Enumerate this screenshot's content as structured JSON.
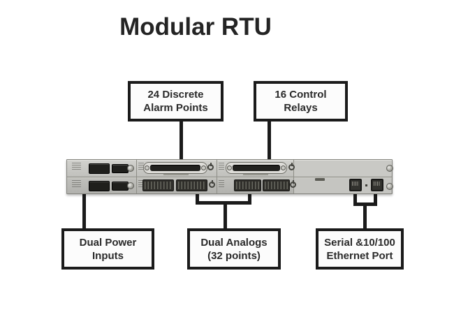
{
  "title": "Modular RTU",
  "callouts": {
    "alarm_points": {
      "line1": "24 Discrete",
      "line2": "Alarm Points"
    },
    "control_relays": {
      "line1": "16 Control",
      "line2": "Relays"
    },
    "power_inputs": {
      "line1": "Dual Power",
      "line2": "Inputs"
    },
    "analogs": {
      "line1": "Dual Analogs",
      "line2": "(32 points)"
    },
    "ethernet": {
      "line1": "Serial &10/100",
      "line2": "Ethernet Port"
    }
  },
  "colors": {
    "line": "#1b1b1b",
    "box_border": "#1b1b1b",
    "box_bg": "#fcfcfc"
  }
}
